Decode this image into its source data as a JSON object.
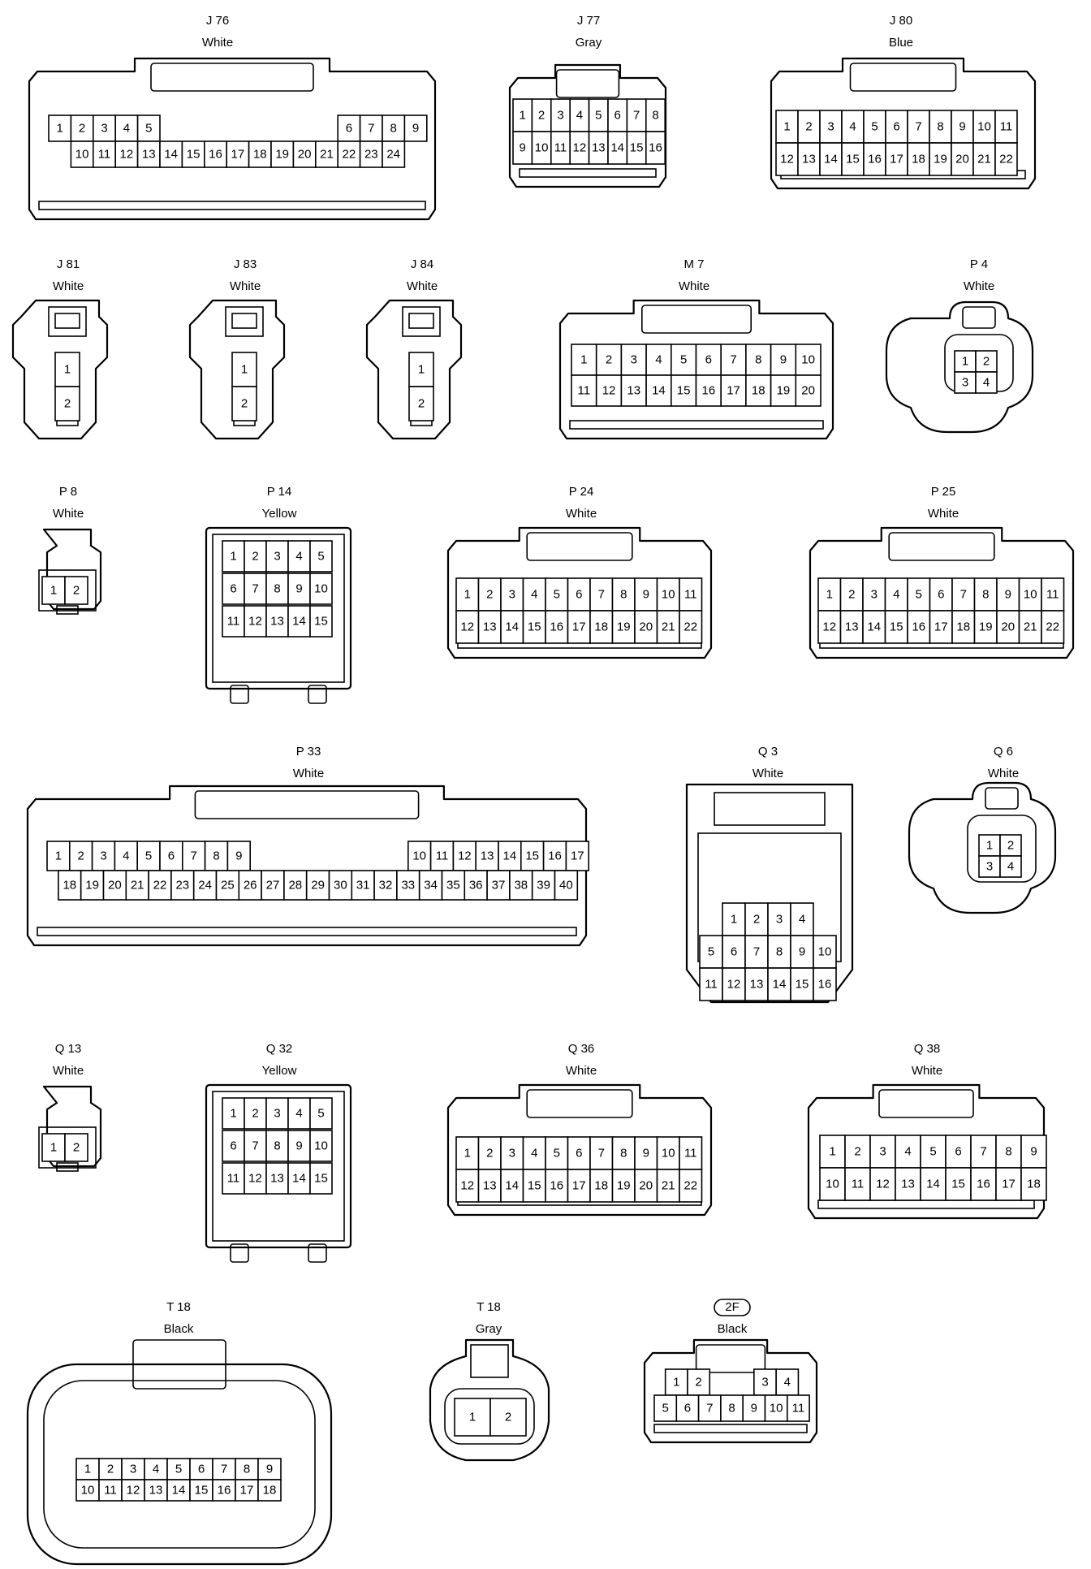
{
  "connectors": [
    {
      "id": "J76",
      "code": "J 76",
      "color": "White",
      "rows": [
        [
          "1",
          "2",
          "3",
          "4",
          "5",
          "",
          "",
          "",
          "",
          "",
          "",
          "",
          "",
          "6",
          "7",
          "8",
          "9"
        ],
        [
          "10",
          "11",
          "12",
          "13",
          "14",
          "15",
          "16",
          "17",
          "18",
          "19",
          "20",
          "21",
          "22",
          "23",
          "24"
        ]
      ]
    },
    {
      "id": "J77",
      "code": "J 77",
      "color": "Gray",
      "rows": [
        [
          "1",
          "2",
          "3",
          "4",
          "5",
          "6",
          "7",
          "8"
        ],
        [
          "9",
          "10",
          "11",
          "12",
          "13",
          "14",
          "15",
          "16"
        ]
      ]
    },
    {
      "id": "J80",
      "code": "J 80",
      "color": "Blue",
      "rows": [
        [
          "1",
          "2",
          "3",
          "4",
          "5",
          "6",
          "7",
          "8",
          "9",
          "10",
          "11"
        ],
        [
          "12",
          "13",
          "14",
          "15",
          "16",
          "17",
          "18",
          "19",
          "20",
          "21",
          "22"
        ]
      ]
    },
    {
      "id": "J81",
      "code": "J 81",
      "color": "White",
      "rows": [
        [
          "1"
        ],
        [
          "2"
        ]
      ]
    },
    {
      "id": "J83",
      "code": "J 83",
      "color": "White",
      "rows": [
        [
          "1"
        ],
        [
          "2"
        ]
      ]
    },
    {
      "id": "J84",
      "code": "J 84",
      "color": "White",
      "rows": [
        [
          "1"
        ],
        [
          "2"
        ]
      ]
    },
    {
      "id": "M7",
      "code": "M 7",
      "color": "White",
      "rows": [
        [
          "1",
          "2",
          "3",
          "4",
          "5",
          "6",
          "7",
          "8",
          "9",
          "10"
        ],
        [
          "11",
          "12",
          "13",
          "14",
          "15",
          "16",
          "17",
          "18",
          "19",
          "20"
        ]
      ]
    },
    {
      "id": "P4",
      "code": "P 4",
      "color": "White",
      "rows": [
        [
          "1",
          "2"
        ],
        [
          "3",
          "4"
        ]
      ]
    },
    {
      "id": "P8",
      "code": "P 8",
      "color": "White",
      "rows": [
        [
          "1",
          "2"
        ]
      ]
    },
    {
      "id": "P14",
      "code": "P 14",
      "color": "Yellow",
      "rows": [
        [
          "1",
          "2",
          "3",
          "4",
          "5"
        ],
        [
          "6",
          "7",
          "8",
          "9",
          "10"
        ],
        [
          "11",
          "12",
          "13",
          "14",
          "15"
        ]
      ]
    },
    {
      "id": "P24",
      "code": "P 24",
      "color": "White",
      "rows": [
        [
          "1",
          "2",
          "3",
          "4",
          "5",
          "6",
          "7",
          "8",
          "9",
          "10",
          "11"
        ],
        [
          "12",
          "13",
          "14",
          "15",
          "16",
          "17",
          "18",
          "19",
          "20",
          "21",
          "22"
        ]
      ]
    },
    {
      "id": "P25",
      "code": "P 25",
      "color": "White",
      "rows": [
        [
          "1",
          "2",
          "3",
          "4",
          "5",
          "6",
          "7",
          "8",
          "9",
          "10",
          "11"
        ],
        [
          "12",
          "13",
          "14",
          "15",
          "16",
          "17",
          "18",
          "19",
          "20",
          "21",
          "22"
        ]
      ]
    },
    {
      "id": "P33",
      "code": "P 33",
      "color": "White",
      "rows": [
        [
          "1",
          "2",
          "3",
          "4",
          "5",
          "6",
          "7",
          "8",
          "9",
          "",
          "",
          "",
          "",
          "",
          "",
          "",
          "10",
          "11",
          "12",
          "13",
          "14",
          "15",
          "16",
          "17"
        ],
        [
          "18",
          "19",
          "20",
          "21",
          "22",
          "23",
          "24",
          "25",
          "26",
          "27",
          "28",
          "29",
          "30",
          "31",
          "32",
          "33",
          "34",
          "35",
          "36",
          "37",
          "38",
          "39",
          "40"
        ]
      ]
    },
    {
      "id": "Q3",
      "code": "Q 3",
      "color": "White",
      "rows": [
        [
          "1",
          "2",
          "3",
          "4"
        ],
        [
          "5",
          "6",
          "7",
          "8",
          "9",
          "10"
        ],
        [
          "11",
          "12",
          "13",
          "14",
          "15",
          "16"
        ]
      ]
    },
    {
      "id": "Q6",
      "code": "Q 6",
      "color": "White",
      "rows": [
        [
          "1",
          "2"
        ],
        [
          "3",
          "4"
        ]
      ]
    },
    {
      "id": "Q13",
      "code": "Q 13",
      "color": "White",
      "rows": [
        [
          "1",
          "2"
        ]
      ]
    },
    {
      "id": "Q32",
      "code": "Q 32",
      "color": "Yellow",
      "rows": [
        [
          "1",
          "2",
          "3",
          "4",
          "5"
        ],
        [
          "6",
          "7",
          "8",
          "9",
          "10"
        ],
        [
          "11",
          "12",
          "13",
          "14",
          "15"
        ]
      ]
    },
    {
      "id": "Q36",
      "code": "Q 36",
      "color": "White",
      "rows": [
        [
          "1",
          "2",
          "3",
          "4",
          "5",
          "6",
          "7",
          "8",
          "9",
          "10",
          "11"
        ],
        [
          "12",
          "13",
          "14",
          "15",
          "16",
          "17",
          "18",
          "19",
          "20",
          "21",
          "22"
        ]
      ]
    },
    {
      "id": "Q38",
      "code": "Q 38",
      "color": "White",
      "rows": [
        [
          "1",
          "2",
          "3",
          "4",
          "5",
          "6",
          "7",
          "8",
          "9"
        ],
        [
          "10",
          "11",
          "12",
          "13",
          "14",
          "15",
          "16",
          "17",
          "18"
        ]
      ]
    },
    {
      "id": "T18B",
      "code": "T 18",
      "color": "Black",
      "rows": [
        [
          "1",
          "2",
          "3",
          "4",
          "5",
          "6",
          "7",
          "8",
          "9"
        ],
        [
          "10",
          "11",
          "12",
          "13",
          "14",
          "15",
          "16",
          "17",
          "18"
        ]
      ]
    },
    {
      "id": "T18G",
      "code": "T 18",
      "color": "Gray",
      "rows": [
        [
          "1",
          "2"
        ]
      ]
    },
    {
      "id": "2F",
      "code": "2F",
      "color": "Black",
      "rows": [
        [
          "1",
          "2",
          "",
          "",
          "3",
          "4"
        ],
        [
          "5",
          "6",
          "7",
          "8",
          "9",
          "10",
          "11"
        ]
      ]
    }
  ]
}
